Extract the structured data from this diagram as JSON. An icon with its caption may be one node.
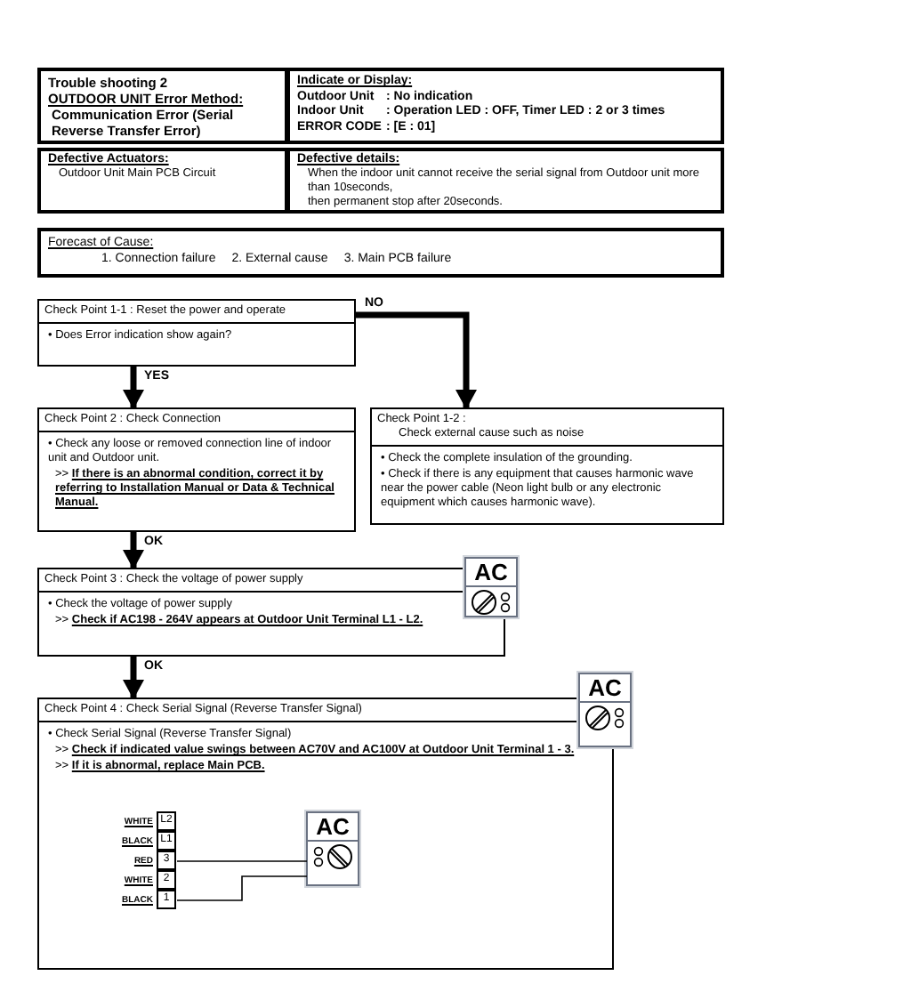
{
  "diagram": {
    "nodes": [
      {
        "text": [
          "Trouble shooting  2",
          "OUTDOOR UNIT Error Method:",
          "Communication Error (Serial Reverse Transfer Error)"
        ]
      },
      {
        "text": [
          "Indicate or Display:",
          "Outdoor Unit",
          ": No indication",
          "Indoor Unit",
          ": Operation LED : OFF, Timer LED : 2 or 3 times",
          "ERROR CODE",
          ": [E : 01]"
        ]
      },
      {
        "text": [
          "Defective Actuators:",
          "Outdoor Unit Main PCB Circuit"
        ]
      },
      {
        "text": [
          "Defective details:",
          "When the indoor unit cannot receive the serial signal from Outdoor unit more than 10seconds,",
          "then permanent stop after 20seconds."
        ]
      },
      {
        "text": [
          "Forecast of Cause:",
          "1. Connection failure",
          "2. External cause",
          "3. Main PCB failure"
        ]
      },
      {
        "text": [
          "Check Point 1-1 : Reset the power and operate",
          "• Does Error indication show again?"
        ]
      },
      {
        "text": [
          "Check Point 2 : Check Connection",
          "• Check any loose or removed connection line of indoor unit and Outdoor unit.",
          ">> **If there is an abnormal condition, correct it by referring to Installation Manual or Data & Technical Manual.**"
        ]
      },
      {
        "text": [
          "Check Point 1-2 :",
          "Check external cause such as noise",
          "• Check the complete insulation of the grounding.",
          "• Check if there is any equipment that causes harmonic wave near the power cable (Neon light bulb or any electronic equipment which causes harmonic wave)."
        ]
      },
      {
        "text": [
          "Check Point 3 : Check the voltage of power supply",
          "• Check the voltage of power supply",
          ">> **Check if AC198 - 264V appears at Outdoor Unit Terminal L1 - L2.**"
        ]
      },
      {
        "text": [
          "AC"
        ]
      },
      {
        "text": [
          "Check Point 4 : Check Serial Signal (Reverse Transfer Signal)",
          "• Check Serial Signal (Reverse Transfer Signal)",
          ">> **Check if indicated value swings between AC70V and AC100V at Outdoor Unit Terminal 1 - 3.**",
          ">> **If it is abnormal, replace Main PCB.**"
        ]
      },
      {
        "text": [
          "AC"
        ]
      },
      {
        "text": [
          "L2"
        ],
        "in": 10,
        "beside": [
          "WHITE"
        ]
      },
      {
        "text": [
          "L1"
        ],
        "in": 10,
        "beside": [
          "BLACK"
        ]
      },
      {
        "text": [
          "3"
        ],
        "in": 10,
        "beside": [
          "RED"
        ]
      },
      {
        "text": [
          "2"
        ],
        "in": 10,
        "beside": [
          "WHITE"
        ]
      },
      {
        "text": [
          "1"
        ],
        "in": 10,
        "beside": [
          "BLACK"
        ]
      },
      {
        "text": [
          "AC"
        ],
        "in": 10
      }
    ],
    "edges": [
      {
        "from": 5,
        "to": 6,
        "arrow": "to",
        "label": "YES"
      },
      {
        "from": 5,
        "to": 7,
        "arrow": "to",
        "label": "NO"
      },
      {
        "from": 6,
        "to": 8,
        "arrow": "to",
        "label": "OK"
      },
      {
        "from": 8,
        "to": 10,
        "arrow": "to",
        "label": "OK"
      },
      {
        "from": 14,
        "to": 17,
        "arrow": "none"
      },
      {
        "from": 16,
        "to": 17,
        "arrow": "none"
      }
    ]
  }
}
